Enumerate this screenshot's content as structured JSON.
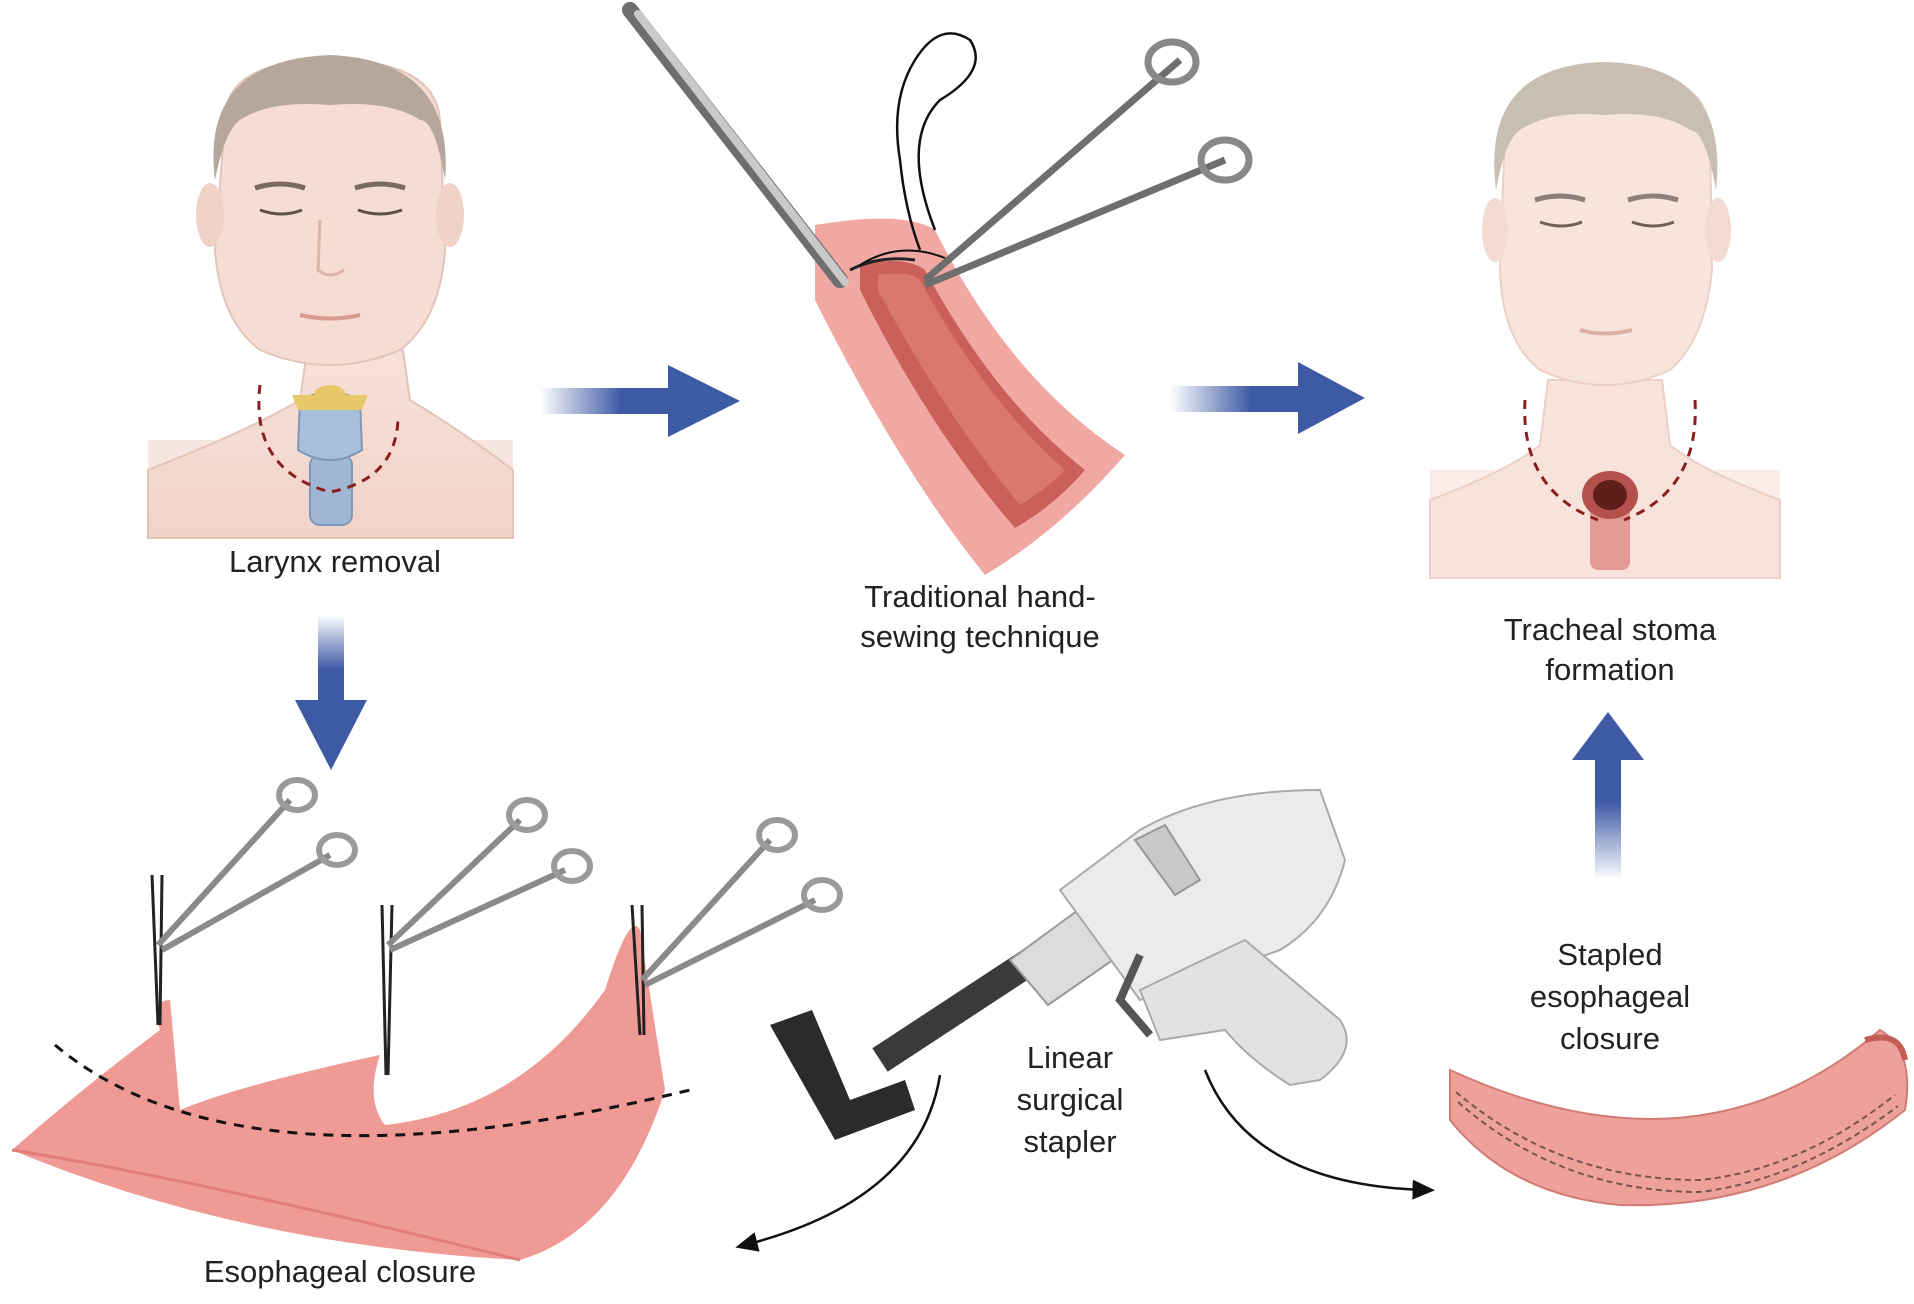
{
  "colors": {
    "arrow": "#3f5aa5",
    "skin": "#f6e0d8",
    "hair": "#b5a79a",
    "tissue": "#ef9a95",
    "tissue_dark": "#c9615a",
    "instrument": "#b8b8b8",
    "stapler_body": "#e6e6e6",
    "stapler_jaw": "#2b2b2b",
    "incision": "#8b1f1f"
  },
  "icons": {
    "larynx_head": "head-with-larynx-icon",
    "stoma_head": "head-with-tracheal-stoma-icon",
    "hand_sewing": "hand-sewing-forceps-icon",
    "clamps": "hemostat-clamp-icon",
    "stapler": "linear-stapler-icon"
  },
  "labels": {
    "larynx_removal": "Larynx removal",
    "hand_sewing_line1": "Traditional hand-",
    "hand_sewing_line2": "sewing technique",
    "stoma_line1": "Tracheal stoma",
    "stoma_line2": "formation",
    "esophageal_closure": "Esophageal closure",
    "stapler_line1": "Linear",
    "stapler_line2": "surgical",
    "stapler_line3": "stapler",
    "stapled_line1": "Stapled",
    "stapled_line2": "esophageal",
    "stapled_line3": "closure"
  }
}
